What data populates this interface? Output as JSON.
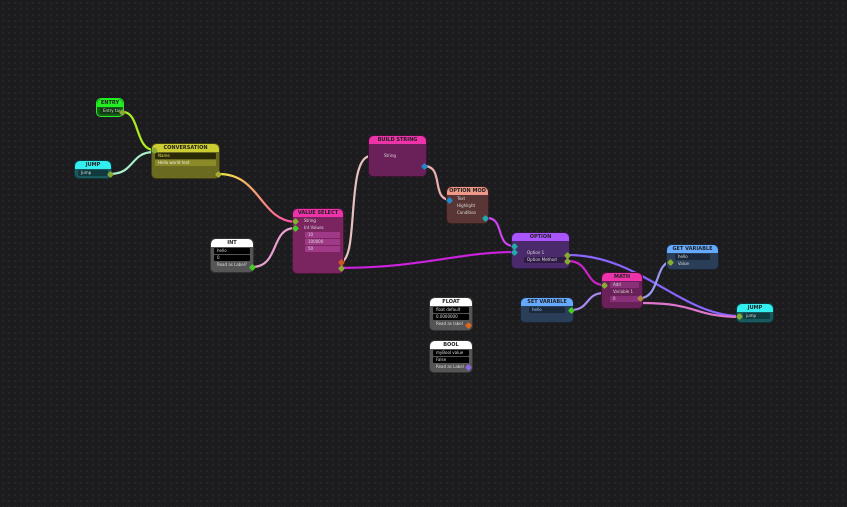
{
  "colors": {
    "background": "#1c1b1e",
    "entry": "#22ee22",
    "jump": "#33eeee",
    "conversation": "#cccc33",
    "int": "#ffffff",
    "value_select": "#ee33aa",
    "build_string": "#ee33aa",
    "option_mod": "#ee9988",
    "option": "#aa55ff",
    "math": "#ee33aa",
    "set_variable": "#66aaff",
    "get_variable": "#66aaff"
  },
  "nodes": {
    "entry": {
      "title": "ENTRY",
      "field": "Entry tag"
    },
    "jump_left": {
      "title": "JUMP",
      "field": "Jump"
    },
    "conversation": {
      "title": "CONVERSATION",
      "name": "Name",
      "text": "Hello world text"
    },
    "int": {
      "title": "INT",
      "name": "hello",
      "value": "0",
      "read_label": "Read as Label?"
    },
    "value_select": {
      "title": "VALUE SELECT",
      "rows": [
        "String",
        "Int Values",
        "10",
        "100000",
        "50"
      ]
    },
    "build_string": {
      "title": "BUILD STRING",
      "row": "String"
    },
    "option_mod": {
      "title": "OPTION MOD",
      "rows": [
        "Text",
        "Highlight",
        "Condition"
      ]
    },
    "option": {
      "title": "OPTION",
      "rows": [
        "Option 1",
        "Option Method"
      ]
    },
    "math": {
      "title": "MATH",
      "rows": [
        "Add",
        "Variable 1",
        "0"
      ]
    },
    "set_variable": {
      "title": "SET VARIABLE",
      "field": "hello"
    },
    "get_variable": {
      "title": "GET VARIABLE",
      "field": "hello",
      "row": "Value"
    },
    "jump_right": {
      "title": "JUMP",
      "field": "jump"
    },
    "float": {
      "title": "FLOAT",
      "name": "float default",
      "value": "0.0000000",
      "read_label": "Read as label"
    },
    "bool": {
      "title": "BOOL",
      "name": "myBool value",
      "value": "False",
      "read_label": "Read as Label"
    }
  }
}
